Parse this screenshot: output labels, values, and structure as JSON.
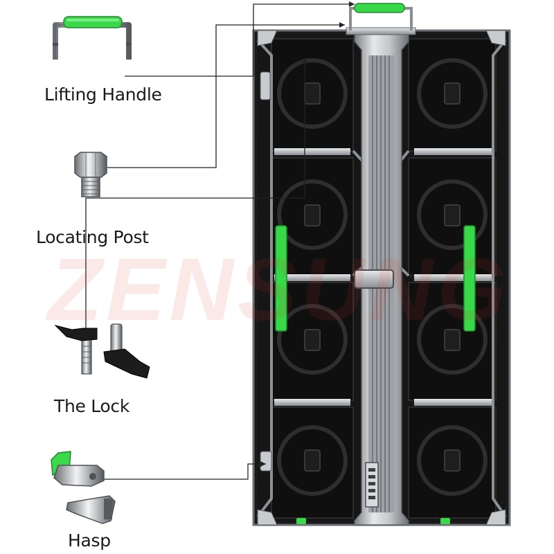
{
  "labels": {
    "lifting_handle": "Lifting Handle",
    "locating_post": "Locating Post",
    "the_lock": "The Lock",
    "hasp": "Hasp"
  },
  "watermark": "ZENSUNG",
  "colors": {
    "accent_green": "#39d84a",
    "cabinet_dark": "#141414",
    "frame_silver": "#b9bcbf",
    "leader_line": "#222222"
  },
  "icons": [
    "lifting-handle-icon",
    "locating-post-icon",
    "lock-icon",
    "hasp-icon",
    "cabinet-icon"
  ]
}
